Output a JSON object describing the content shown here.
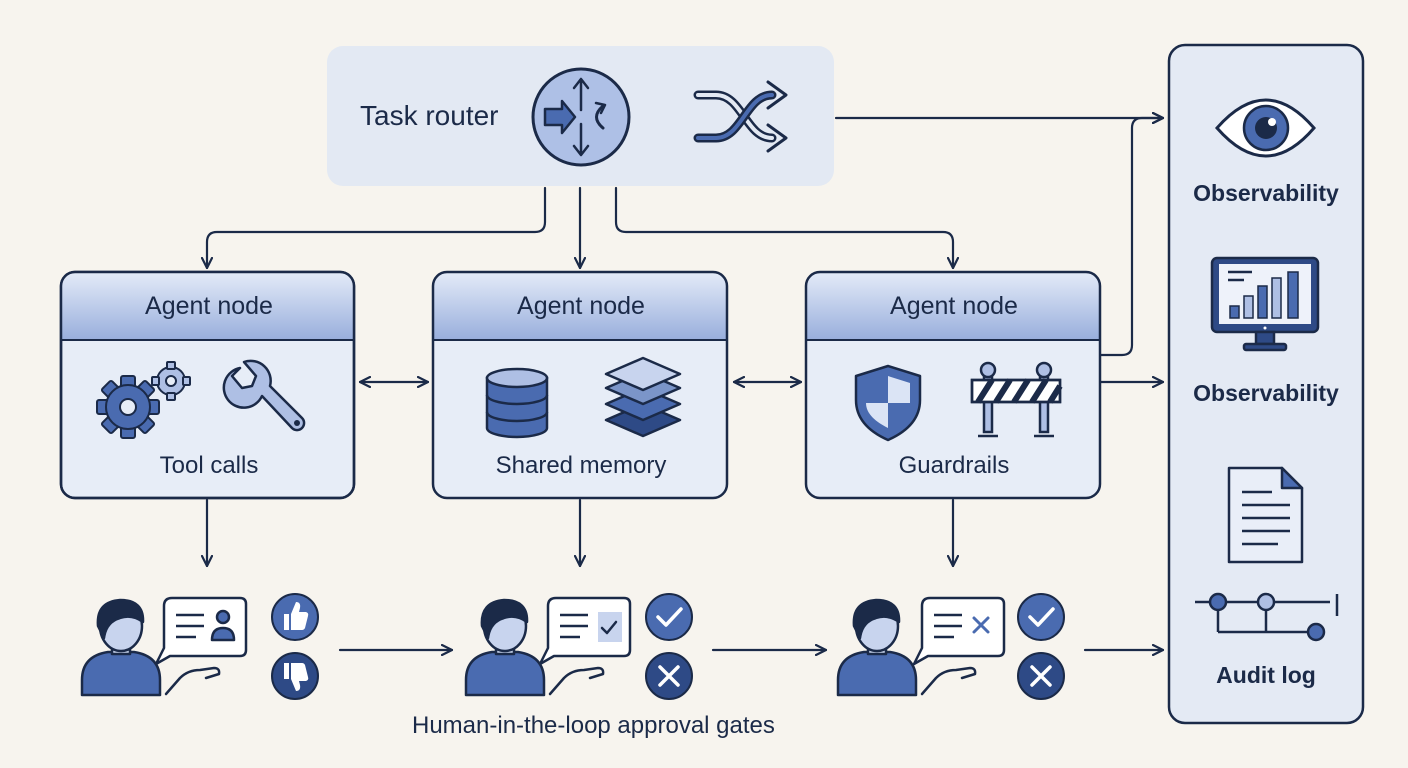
{
  "router": {
    "label": "Task router",
    "icons": [
      "router-hub-icon",
      "shuffle-icon"
    ]
  },
  "agents": [
    {
      "title": "Agent node",
      "caption": "Tool calls",
      "icons": [
        "gears-icon",
        "wrench-icon"
      ]
    },
    {
      "title": "Agent node",
      "caption": "Shared memory",
      "icons": [
        "database-icon",
        "layers-icon"
      ]
    },
    {
      "title": "Agent node",
      "caption": "Guardrails",
      "icons": [
        "shield-icon",
        "barrier-icon"
      ]
    }
  ],
  "side_panel": {
    "items": [
      {
        "label": "Observability",
        "icon": "eye-icon"
      },
      {
        "label": "Observability",
        "icon": "monitor-chart-icon"
      },
      {
        "label": "Audit log",
        "icon": "document-icon",
        "extra_icon": "timeline-icon"
      }
    ]
  },
  "gates": {
    "label": "Human-in-the-loop approval gates",
    "items": [
      {
        "icons": [
          "person-icon",
          "id-card-bubble-icon",
          "thumbs-up-icon",
          "thumbs-down-icon"
        ]
      },
      {
        "icons": [
          "person-icon",
          "checkbox-bubble-icon",
          "check-circle-icon",
          "x-circle-icon"
        ]
      },
      {
        "icons": [
          "person-icon",
          "x-bubble-icon",
          "check-circle-icon",
          "x-circle-icon"
        ]
      }
    ]
  },
  "colors": {
    "background": "#f7f4ee",
    "navy": "#1b2a48",
    "panel_fill": "#e6ecf6",
    "header_fill": "#aebfe4",
    "accent_blue": "#4a6bb0",
    "dark_blue": "#2e4a86"
  }
}
